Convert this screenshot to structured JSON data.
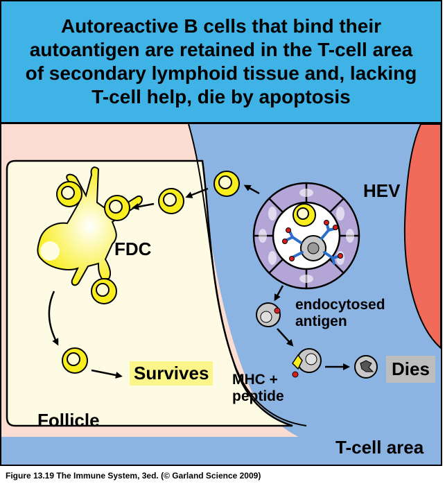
{
  "title": "Autoreactive B cells that bind their\nautoantigen are retained in the T-cell area\nof secondary lymphoid tissue and, lacking\nT-cell help, die by apoptosis",
  "labels": {
    "fdc": "FDC",
    "hev": "HEV",
    "endocytosed_antigen": "endocytosed\nantigen",
    "survives": "Survives",
    "mhc_peptide": "MHC +\npeptide",
    "dies": "Dies",
    "follicle": "Follicle",
    "t_cell_area": "T-cell area"
  },
  "caption": "Figure 13.19 The Immune System, 3ed. (© Garland Science 2009)",
  "colors": {
    "title_background": "#3fb3e6",
    "tissue_outer": "#fbdcd0",
    "follicle": "#fdfbe3",
    "t_cell_area": "#8cb4e2",
    "vessel": "#f26b5a",
    "b_cell": "#f8ee1e",
    "fdc": "#f8ee1e",
    "hev_wall": "#b3a6d6",
    "antigen": "#d62020",
    "receptor": "#2a6fc9",
    "survives_highlight": "#fcf58a",
    "dies_highlight": "#bdbdbd"
  }
}
